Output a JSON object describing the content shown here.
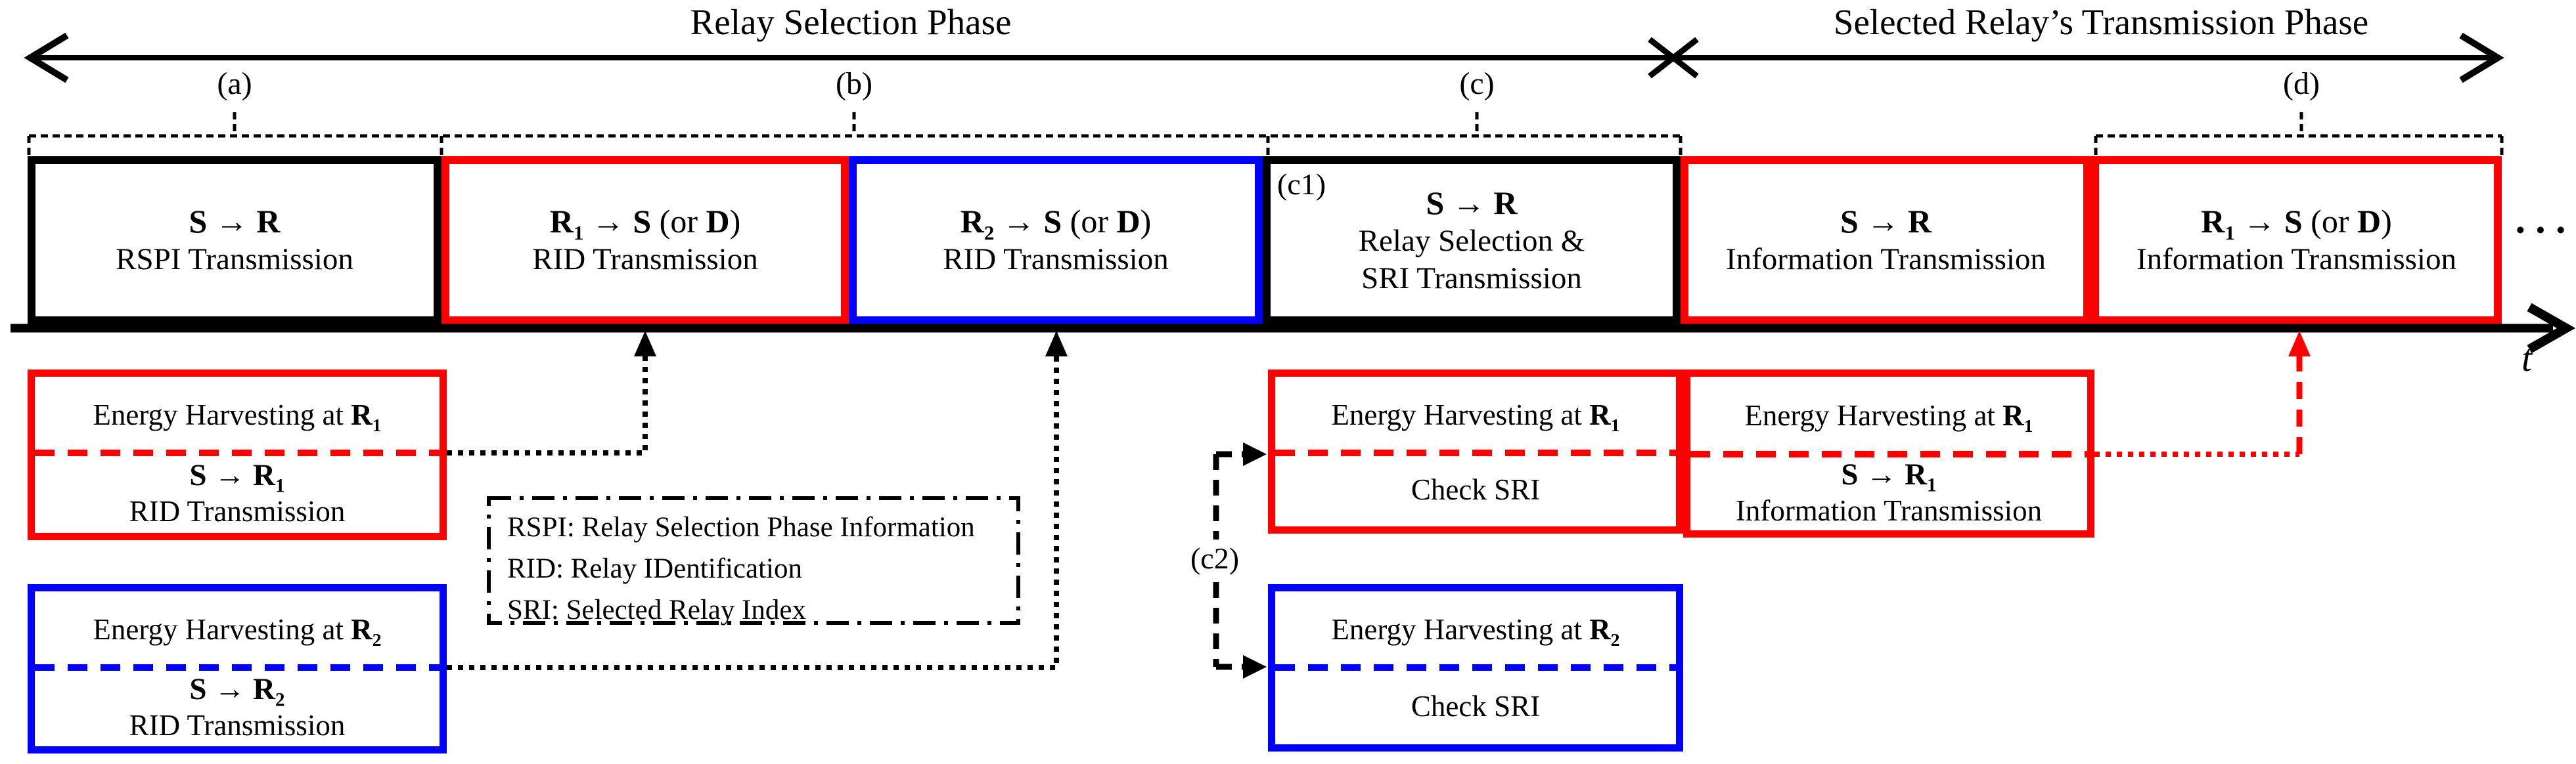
{
  "colors": {
    "red": "#ff0000",
    "blue": "#0000ff",
    "black": "#000000"
  },
  "header": {
    "phase1": "Relay Selection Phase",
    "phase2": "Selected Relay’s Transmission Phase",
    "label_a": "(a)",
    "label_b": "(b)",
    "label_c": "(c)",
    "label_d": "(d)",
    "c2": "(c2)",
    "t": "t",
    "ellipsis": "···"
  },
  "boxes": [
    {
      "line1": "*S → R*",
      "line2": "RSPI Transmission"
    },
    {
      "line1": "*R_1_ → S* (or *D*)",
      "line2": "RID Transmission"
    },
    {
      "line1": "*R_2_ → S* (or *D*)",
      "line2": "RID Transmission"
    },
    {
      "corner": "(c1)",
      "line1": "*S → R*",
      "line2": "Relay Selection &",
      "line3": "SRI Transmission"
    },
    {
      "line1": "*S → R*",
      "line2": "Information Transmission"
    },
    {
      "line1": "*R_1_ → S* (or *D*)",
      "line2": "Information Transmission"
    }
  ],
  "eh": {
    "left_r1": {
      "top": "Energy Harvesting at *R_1_*",
      "mid": "*S → R_1_*",
      "bottom": "RID Transmission"
    },
    "left_r2": {
      "top": "Energy Harvesting at *R_2_*",
      "mid": "*S → R_2_*",
      "bottom": "RID Transmission"
    },
    "mid_r1": {
      "top": "Energy Harvesting at *R_1_*",
      "bottom": "Check SRI"
    },
    "mid_r2": {
      "top": "Energy Harvesting at *R_2_*",
      "bottom": "Check SRI"
    },
    "right_r1": {
      "top": "Energy Harvesting at *R_1_*",
      "mid": "*S → R_1_*",
      "bottom": "Information Transmission"
    }
  },
  "legend": {
    "lines": [
      "RSPI: Relay Selection Phase Information",
      "RID: Relay IDentification",
      "SRI: Selected Relay Index"
    ]
  }
}
